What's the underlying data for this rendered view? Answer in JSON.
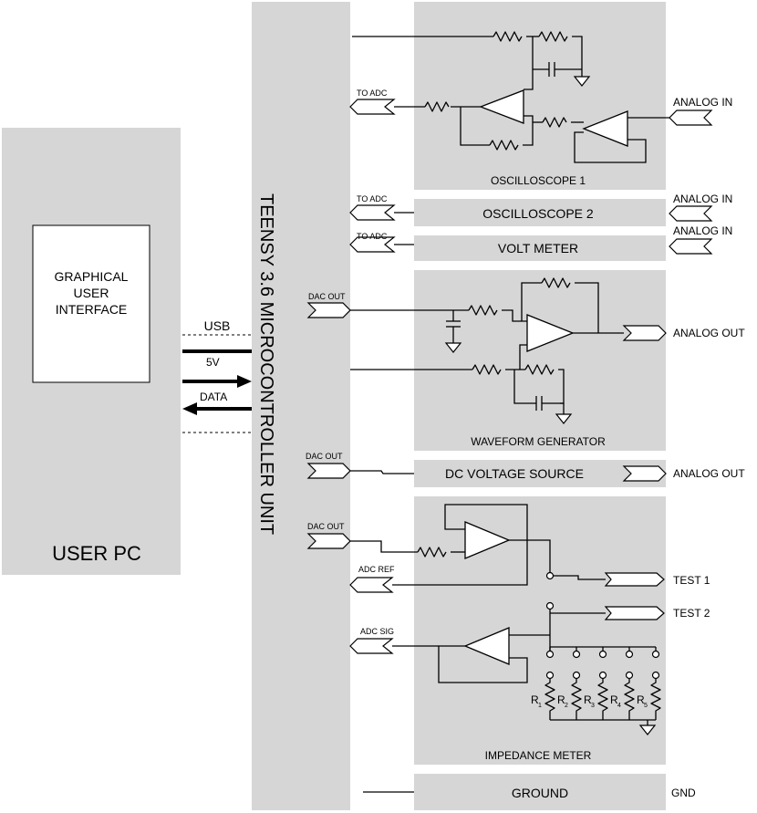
{
  "pc": {
    "title": "USER PC",
    "gui": [
      "GRAPHICAL",
      "USER",
      "INTERFACE"
    ]
  },
  "bus": {
    "usb": "USB",
    "power": "5V",
    "data": "DATA"
  },
  "mcu": {
    "title": "TEENSY 3.6 MICROCONTROLLER UNIT"
  },
  "blocks": {
    "osc1": "OSCILLOSCOPE 1",
    "osc2": "OSCILLOSCOPE 2",
    "volt": "VOLT METER",
    "wave": "WAVEFORM GENERATOR",
    "dc": "DC VOLTAGE SOURCE",
    "imp": "IMPEDANCE METER",
    "gnd": "GROUND"
  },
  "ports": {
    "to_adc": "TO ADC",
    "dac_out": "DAC OUT",
    "adc_ref": "ADC REF",
    "adc_sig": "ADC SIG"
  },
  "external": {
    "analog_in": "ANALOG IN",
    "analog_out": "ANALOG OUT",
    "test1": "TEST 1",
    "test2": "TEST 2",
    "gnd": "GND"
  },
  "resistors": [
    {
      "letter": "R",
      "sub": "1"
    },
    {
      "letter": "R",
      "sub": "2"
    },
    {
      "letter": "R",
      "sub": "3"
    },
    {
      "letter": "R",
      "sub": "4"
    },
    {
      "letter": "R",
      "sub": "5"
    }
  ]
}
